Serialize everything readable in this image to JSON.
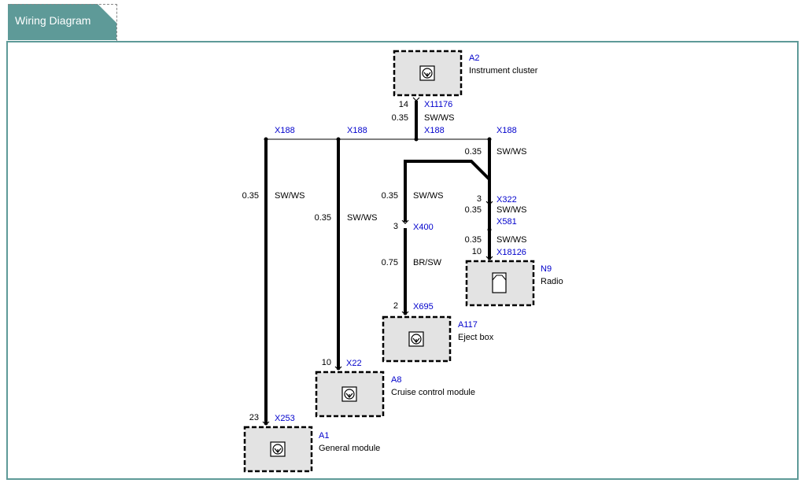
{
  "tab": {
    "title": "Wiring Diagram"
  },
  "components": {
    "a2": {
      "id": "A2",
      "name": "Instrument cluster"
    },
    "n9": {
      "id": "N9",
      "name": "Radio"
    },
    "a117": {
      "id": "A117",
      "name": "Eject box"
    },
    "a8": {
      "id": "A8",
      "name": "Cruise control module"
    },
    "a1": {
      "id": "A1",
      "name": "General module"
    }
  },
  "connectors": {
    "x11176": {
      "id": "X11176",
      "pin": "14"
    },
    "x188_center": {
      "id": "X188"
    },
    "x188_left": {
      "id": "X188"
    },
    "x188_mid": {
      "id": "X188"
    },
    "x188_right": {
      "id": "X188"
    },
    "x322": {
      "id": "X322",
      "pin": "3"
    },
    "x581": {
      "id": "X581"
    },
    "x18126": {
      "id": "X18126",
      "pin": "10"
    },
    "x400": {
      "id": "X400",
      "pin": "3"
    },
    "x695": {
      "id": "X695",
      "pin": "2"
    },
    "x22": {
      "id": "X22",
      "pin": "10"
    },
    "x253": {
      "id": "X253",
      "pin": "23"
    }
  },
  "wires": {
    "w_a2": {
      "size": "0.35",
      "color": "SW/WS"
    },
    "w_right_top": {
      "size": "0.35",
      "color": "SW/WS"
    },
    "w_x322": {
      "size": "0.35",
      "color": "SW/WS"
    },
    "w_x581": {
      "size": "0.35",
      "color": "SW/WS"
    },
    "w_eject_top": {
      "size": "0.35",
      "color": "SW/WS"
    },
    "w_eject_bottom": {
      "size": "0.75",
      "color": "BR/SW"
    },
    "w_cruise": {
      "size": "0.35",
      "color": "SW/WS"
    },
    "w_general": {
      "size": "0.35",
      "color": "SW/WS"
    }
  }
}
